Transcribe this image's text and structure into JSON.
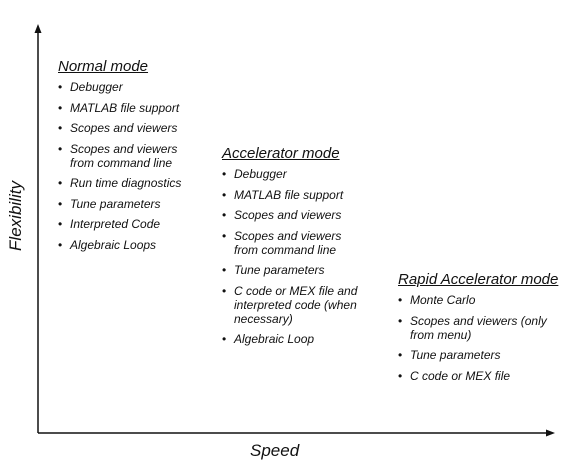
{
  "axes": {
    "y_label": "Flexibility",
    "x_label": "Speed",
    "color": "#111111"
  },
  "groups": [
    {
      "title": "Normal mode",
      "items": [
        "Debugger",
        "MATLAB file support",
        "Scopes and viewers",
        "Scopes and viewers from command line",
        "Run time diagnostics",
        "Tune parameters",
        "Interpreted Code",
        "Algebraic Loops"
      ]
    },
    {
      "title": "Accelerator mode",
      "items": [
        "Debugger",
        "MATLAB file support",
        "Scopes and viewers",
        "Scopes and viewers from command line",
        "Tune parameters",
        "C code or MEX file and interpreted code (when necessary)",
        "Algebraic Loop"
      ]
    },
    {
      "title": "Rapid Accelerator mode",
      "items": [
        "Monte Carlo",
        "Scopes and viewers (only from menu)",
        "Tune parameters",
        "C code or MEX file"
      ]
    }
  ]
}
